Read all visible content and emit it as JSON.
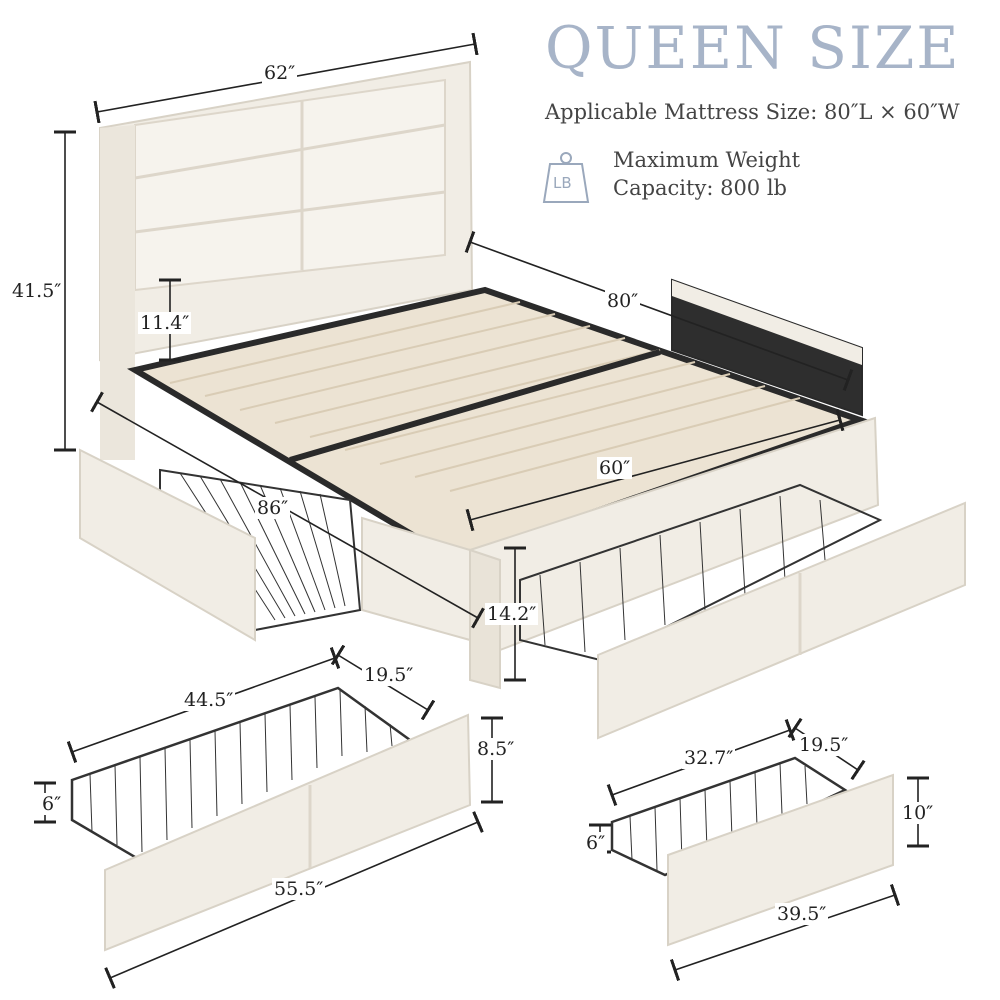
{
  "heading": {
    "title": "QUEEN SIZE"
  },
  "specs": {
    "mattress_size": "Applicable Mattress Size: 80″L × 60″W",
    "weight_line1": "Maximum Weight",
    "weight_line2": "Capacity: 800 lb",
    "weight_icon_label": "LB"
  },
  "bed_dimensions": {
    "width": "62″",
    "height": "41.5″",
    "clearance": "11.4″",
    "inner_length": "80″",
    "inner_width": "60″",
    "total_length": "86″",
    "side_height": "14.2″"
  },
  "large_drawer": {
    "basket_length": "44.5″",
    "depth": "19.5″",
    "front_height": "8.5″",
    "basket_height": "6″",
    "front_length": "55.5″"
  },
  "small_drawer": {
    "basket_length": "32.7″",
    "depth": "19.5″",
    "front_height": "10″",
    "basket_height": "6″",
    "front_length": "39.5″"
  },
  "colors": {
    "title": "#a7b4c8",
    "upholstery": "#f1ede5",
    "frame": "#2a2a2a",
    "slat": "#ece3d3"
  }
}
